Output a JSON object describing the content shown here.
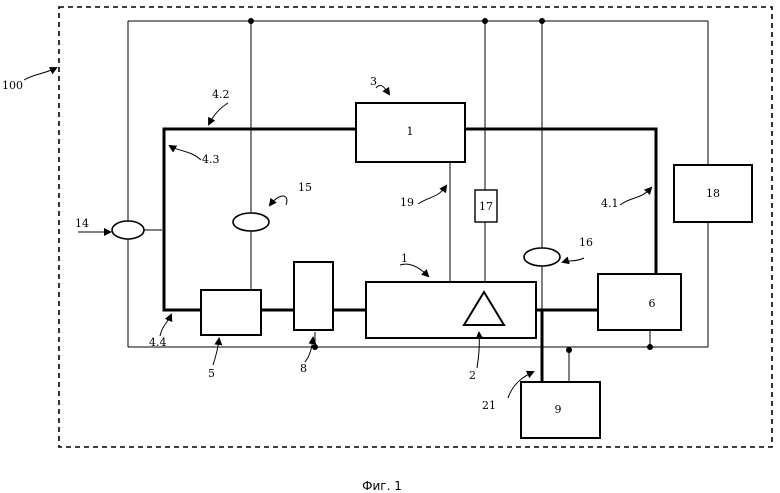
{
  "figure": {
    "caption": "Фиг. 1",
    "outer_label": "100",
    "blocks": {
      "b1_top": "1",
      "b1_main": "1",
      "b5": "5",
      "b6": "6",
      "b9": "9",
      "b17": "17",
      "b18": "18"
    },
    "sensors": {
      "s14": "14",
      "s15": "15",
      "s16": "16"
    },
    "labels": {
      "l3": "3",
      "l4_1": "4.1",
      "l4_2": "4.2",
      "l4_3": "4.3",
      "l4_4": "4.4",
      "l1": "1",
      "l2": "2",
      "l5": "5",
      "l8": "8",
      "l16": "16",
      "l19": "19",
      "l21": "21"
    }
  }
}
